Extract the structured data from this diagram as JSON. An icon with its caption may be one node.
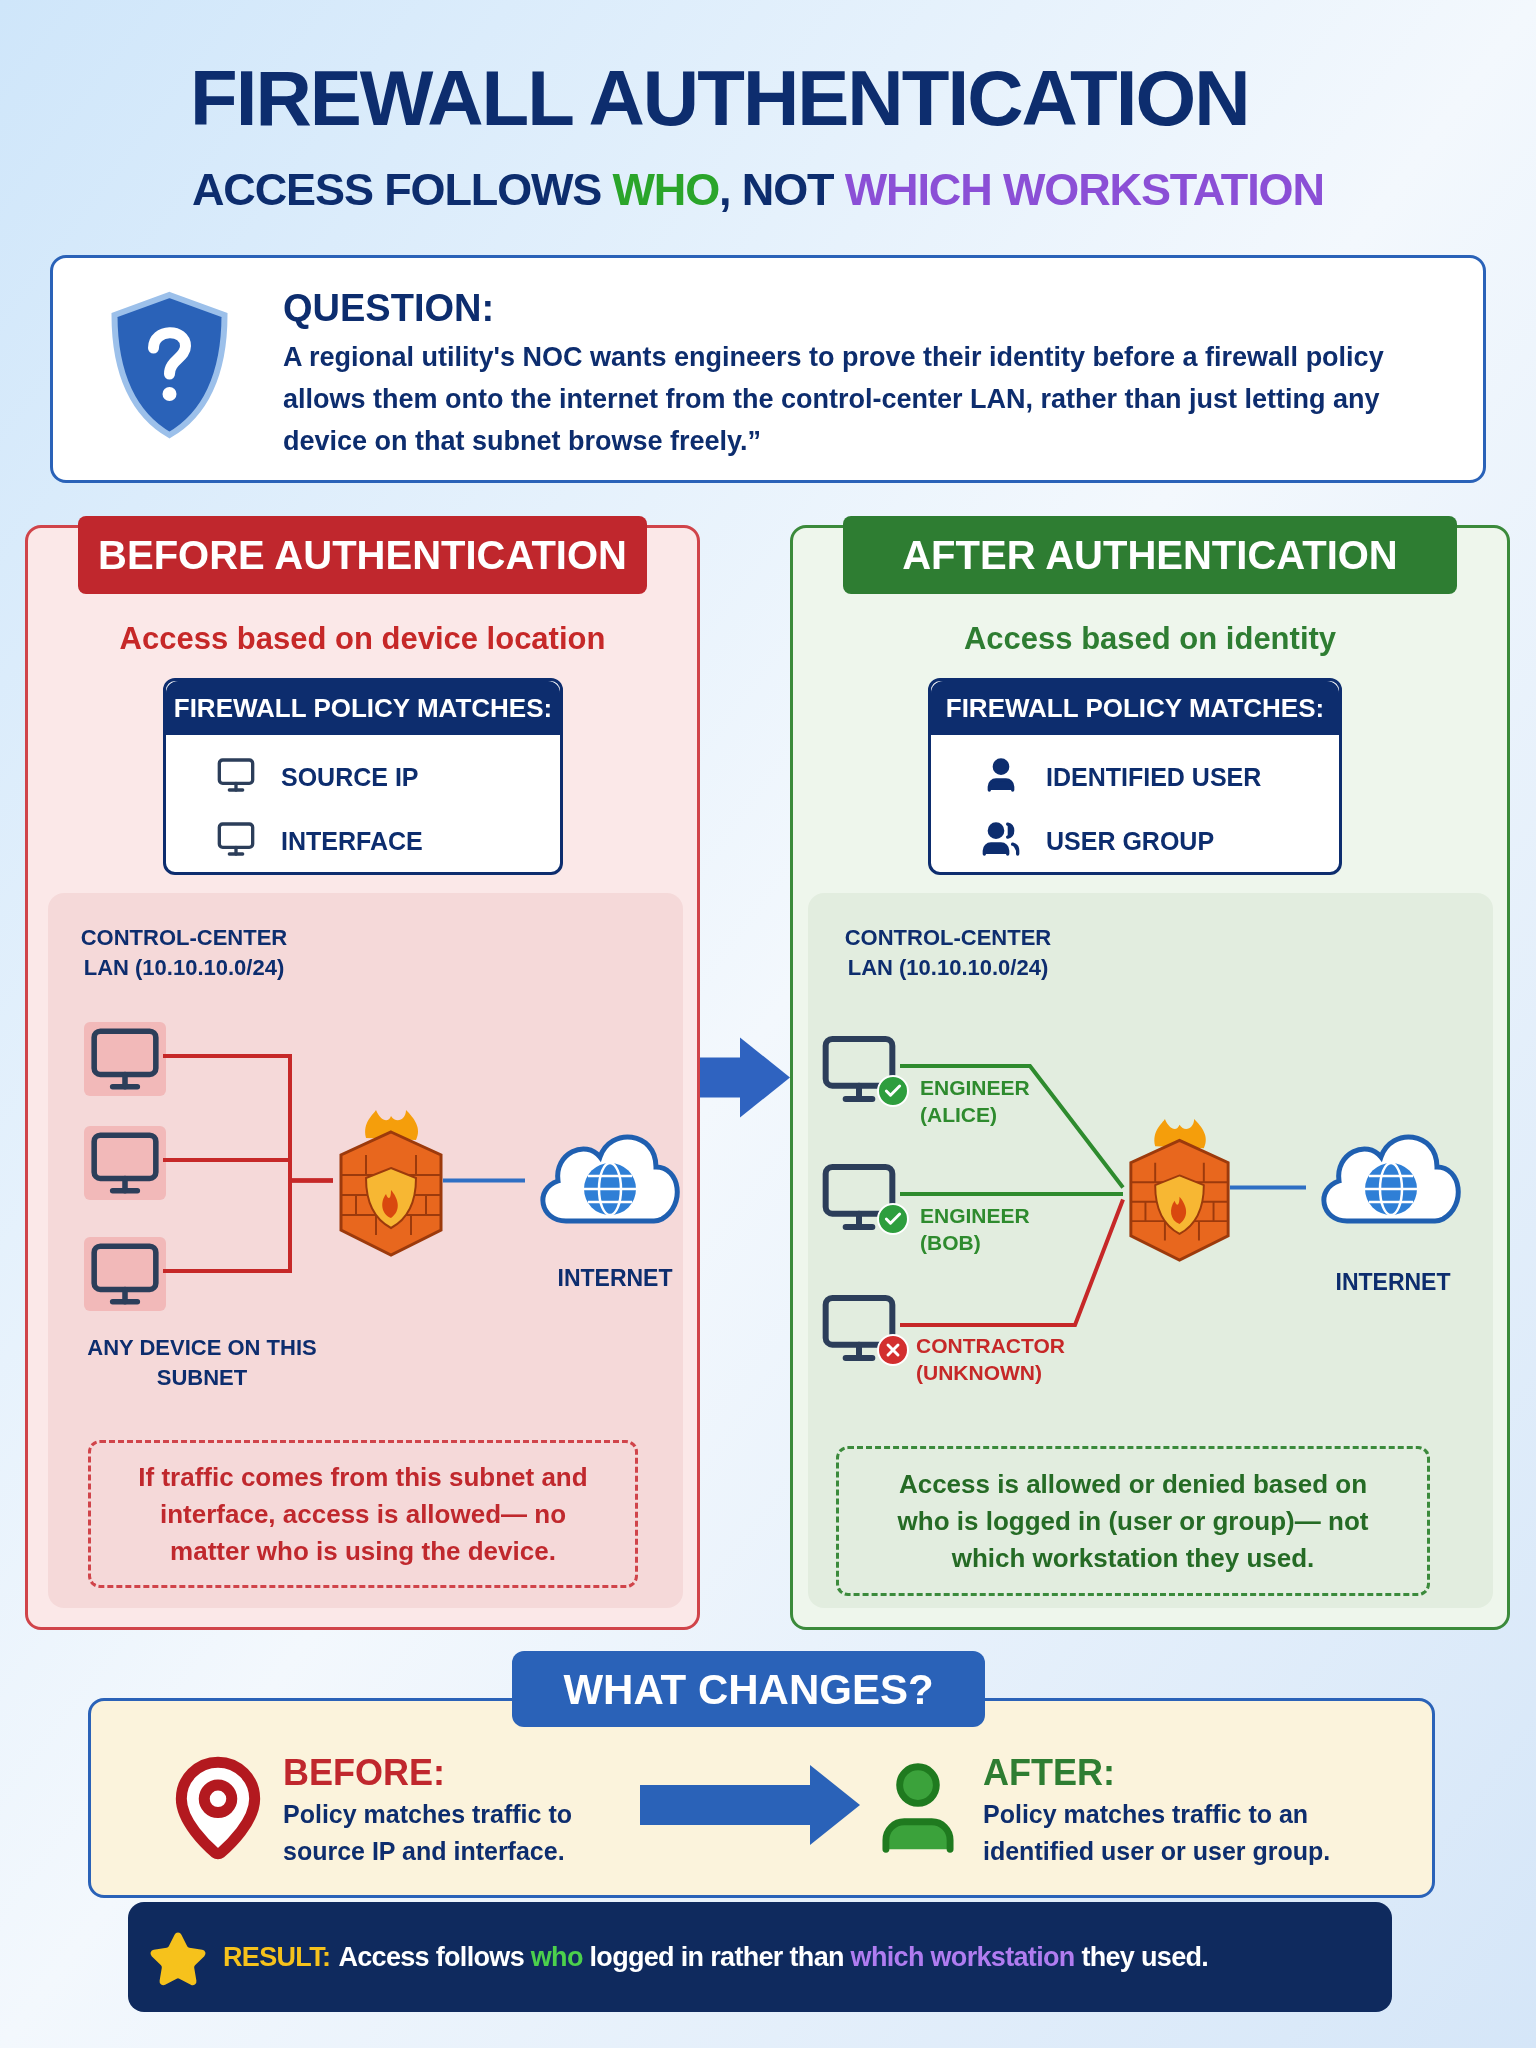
{
  "diagram": {
    "title": "FIREWALL AUTHENTICATION",
    "nodes": [
      {
        "text": [
          "QUESTION:",
          "A regional utility's NOC wants engineers to prove their identity before a firewall policy allows them onto the internet from the control-center LAN, rather than just letting any device on that subnet browse freely.”"
        ]
      },
      {
        "text": [
          "BEFORE AUTHENTICATION",
          "Access based on device location"
        ]
      },
      {
        "text": [
          "FIREWALL POLICY MATCHES:",
          "SOURCE IP",
          "INTERFACE"
        ],
        "in": 1
      },
      {
        "text": [
          "CONTROL-CENTER LAN (10.10.10.0/24)",
          "ANY DEVICE ON THIS SUBNET"
        ],
        "in": 1
      },
      {
        "text": [],
        "shape": "picture",
        "in": 3
      },
      {
        "text": [],
        "shape": "picture",
        "in": 3
      },
      {
        "text": [],
        "shape": "picture",
        "in": 3
      },
      {
        "text": [],
        "shape": "picture",
        "in": 3
      },
      {
        "text": [],
        "shape": "cloud",
        "in": 3,
        "beside": [
          "INTERNET"
        ]
      },
      {
        "text": [
          "If traffic comes from this subnet and interface, access is allowed— no matter who is using the device."
        ],
        "in": 3
      },
      {
        "text": [
          "AFTER AUTHENTICATION",
          "Access based on identity"
        ]
      },
      {
        "text": [
          "FIREWALL POLICY MATCHES:",
          "IDENTIFIED USER",
          "USER GROUP"
        ],
        "in": 10
      },
      {
        "text": [
          "CONTROL-CENTER LAN (10.10.10.0/24)"
        ],
        "in": 10
      },
      {
        "text": [],
        "shape": "picture",
        "in": 12
      },
      {
        "text": [],
        "shape": "picture",
        "in": 12
      },
      {
        "text": [],
        "shape": "picture",
        "in": 12
      },
      {
        "text": [],
        "shape": "picture",
        "in": 12
      },
      {
        "text": [],
        "shape": "cloud",
        "in": 12,
        "beside": [
          "INTERNET"
        ]
      },
      {
        "text": [
          "Access is allowed or denied based on who is logged in (user or group)— not which workstation they used."
        ],
        "in": 12
      },
      {
        "text": [
          "WHAT CHANGES?"
        ]
      },
      {
        "text": [
          "BEFORE:",
          "Policy matches traffic to source IP and interface."
        ],
        "in": 19
      },
      {
        "text": [
          "AFTER:",
          "Policy matches traffic to an identified user or user group."
        ],
        "in": 19
      },
      {
        "text": [
          "RESULT:",
          "Access follows",
          "who",
          "logged in rather than",
          "which workstation",
          "they used."
        ]
      }
    ],
    "edges": [
      {
        "from": 4,
        "to": 7,
        "arrow": "none",
        "color": "#c62828"
      },
      {
        "from": 5,
        "to": 7,
        "arrow": "none",
        "color": "#c62828"
      },
      {
        "from": 6,
        "to": 7,
        "arrow": "none",
        "color": "#c62828"
      },
      {
        "from": 7,
        "to": 8,
        "arrow": "none",
        "color": "#2f6fc4"
      },
      {
        "from": 13,
        "to": 16,
        "arrow": "none",
        "label": "ENGINEER (ALICE)",
        "color": "#2e8b2e"
      },
      {
        "from": 14,
        "to": 16,
        "arrow": "none",
        "label": "ENGINEER (BOB)",
        "color": "#2e8b2e"
      },
      {
        "from": 15,
        "to": 16,
        "arrow": "none",
        "label": "CONTRACTOR (UNKNOWN)",
        "color": "#c62828"
      },
      {
        "from": 16,
        "to": 17,
        "arrow": "none",
        "color": "#2f6fc4"
      },
      {
        "from": 1,
        "to": 10,
        "arrow": "to",
        "style": "thick",
        "color": "#2f63c0"
      },
      {
        "from": 20,
        "to": 21,
        "arrow": "to",
        "style": "thick",
        "color": "#2a62b8"
      }
    ],
    "labels": [
      "ACCESS FOLLOWS",
      "WHO",
      ", NOT",
      "WHICH WORKSTATION"
    ]
  }
}
